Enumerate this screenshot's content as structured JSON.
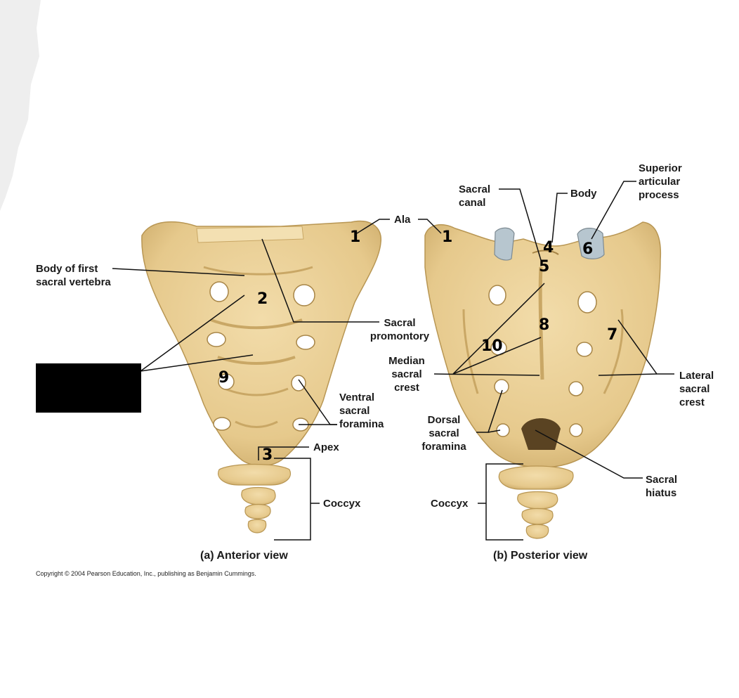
{
  "colors": {
    "bone": "#ecd29a",
    "bone_shadow": "#c9a765",
    "bone_dark": "#a78547",
    "leader": "#111111",
    "cartilage": "#b7c6cf",
    "torn_paper": "#eeeeee"
  },
  "anterior": {
    "caption": "(a) Anterior view",
    "labels": {
      "body_first_sacral": [
        "Body of first",
        "sacral vertebra"
      ],
      "ala": "Ala",
      "sacral_promontory": [
        "Sacral",
        "promontory"
      ],
      "ventral_foramina": [
        "Ventral",
        "sacral",
        "foramina"
      ],
      "apex": "Apex",
      "coccyx": "Coccyx"
    },
    "numbers": {
      "n1": "1",
      "n2": "2",
      "n3": "3",
      "n9": "9"
    }
  },
  "posterior": {
    "caption": "(b) Posterior view",
    "labels": {
      "sacral_canal": [
        "Sacral",
        "canal"
      ],
      "body": "Body",
      "superior_articular": [
        "Superior",
        "articular",
        "process"
      ],
      "median_crest": [
        "Median",
        "sacral",
        "crest"
      ],
      "lateral_crest": [
        "Lateral",
        "sacral",
        "crest"
      ],
      "dorsal_foramina": [
        "Dorsal",
        "sacral",
        "foramina"
      ],
      "sacral_hiatus": [
        "Sacral",
        "hiatus"
      ],
      "coccyx": "Coccyx"
    },
    "numbers": {
      "n1": "1",
      "n4": "4",
      "n5": "5",
      "n6": "6",
      "n7": "7",
      "n8": "8",
      "n10": "10"
    }
  },
  "copyright": "Copyright © 2004 Pearson Education, Inc., publishing as Benjamin Cummings."
}
